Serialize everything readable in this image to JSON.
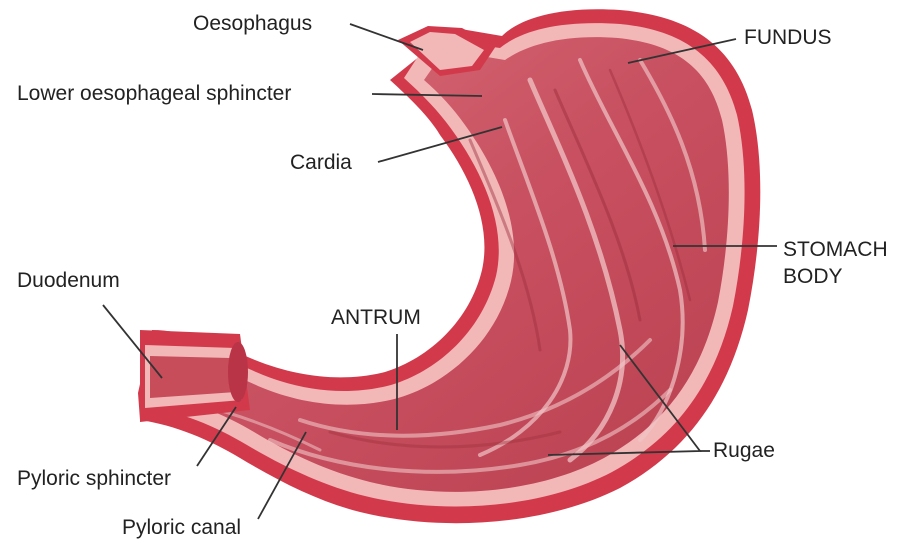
{
  "labels": {
    "oesophagus": "Oesophagus",
    "lower_sphincter": "Lower oesophageal sphincter",
    "cardia": "Cardia",
    "duodenum": "Duodenum",
    "antrum": "ANTRUM",
    "pyloric_sphincter": "Pyloric sphincter",
    "pyloric_canal": "Pyloric canal",
    "fundus": "FUNDUS",
    "stomach_line1": "STOMACH",
    "stomach_line2": "BODY",
    "rugae": "Rugae"
  },
  "colors": {
    "outer_wall": "#d23a4c",
    "wall_band": "#f2b8b8",
    "inner_mucosa": "#c8505e",
    "rugae_highlight": "#f1c4c6",
    "rugae_shadow": "#9e2f3d",
    "text": "#222222",
    "leader": "#333333"
  }
}
